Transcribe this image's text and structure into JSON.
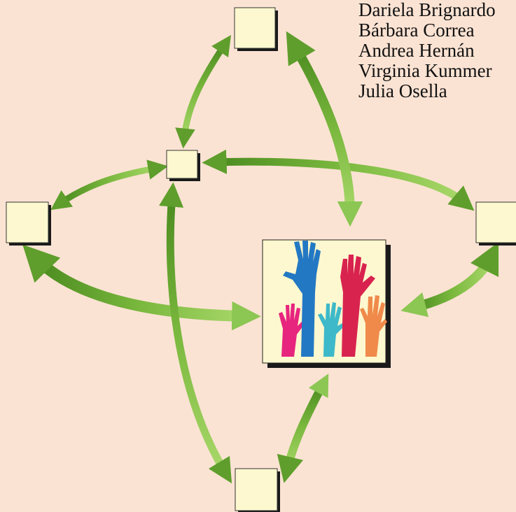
{
  "authors": [
    "Dariela Brignardo",
    "Bárbara Correa",
    "Andrea Hernán",
    "Virginia Kummer",
    "Julia Osella"
  ],
  "colors": {
    "background": "#fbe3d3",
    "box_face": "#fdf8cf",
    "box_shadow": "#1a1a1a",
    "arrow_dark": "#4a8a1f",
    "arrow_light": "#a9d86a",
    "hand_colors": [
      "#e7257f",
      "#2378c4",
      "#3db9c9",
      "#d9234f",
      "#f08a4b"
    ]
  },
  "icons": {
    "center_image": "raised-hands-icon",
    "node": "box-node"
  }
}
